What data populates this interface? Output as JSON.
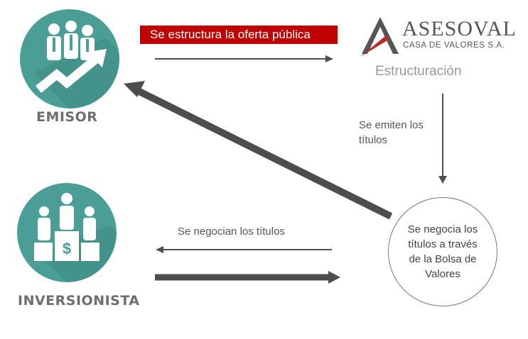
{
  "emisor": {
    "label": "EMISOR",
    "icon": "business-growth-icon"
  },
  "inversionista": {
    "label": "INVERSIONISTA",
    "icon": "investors-podium-icon"
  },
  "banner": {
    "text": "Se estructura la oferta pública"
  },
  "logo": {
    "name": "ASESOVAL",
    "subtitle": "CASA DE VALORES S.A."
  },
  "estructuracion": "Estructuración",
  "emiten": "Se emiten los\ntítulos",
  "negocian": "Se negocian los títulos",
  "bolsa": "Se negocia los\ntítulos a través\nde la Bolsa de\nValores",
  "colors": {
    "teal": "#4a9e96",
    "banner_red": "#c00000",
    "arrow_gray": "#4d4d4d",
    "logo_red": "#b5302a"
  }
}
